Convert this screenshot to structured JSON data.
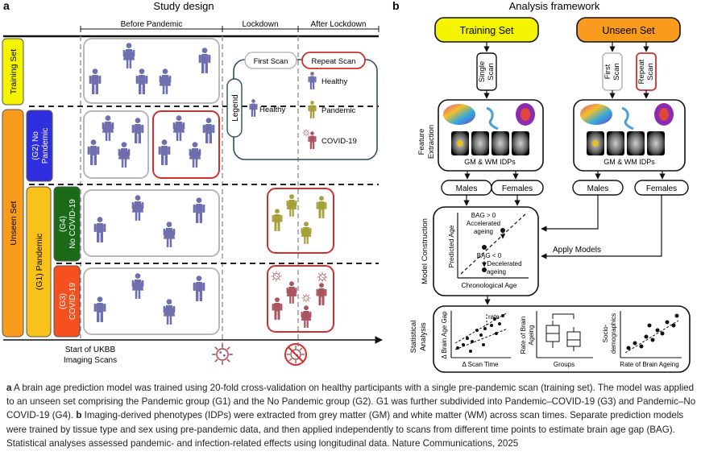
{
  "panel_a": {
    "letter": "a",
    "title": "Study design",
    "phases": [
      "Before Pandemic",
      "Lockdown",
      "After Lockdown"
    ],
    "rows": {
      "training": "Training Set",
      "unseen": "Unseen Set",
      "g2": [
        "(G2) No",
        "Pandemic"
      ],
      "g1": "(G1) Pandemic",
      "g4": [
        "(G4)",
        "No COVID-19"
      ],
      "g3": [
        "(G3)",
        "COVID-19"
      ]
    },
    "legend": {
      "title": "Legend",
      "first_scan": "First Scan",
      "repeat_scan": "Repeat Scan",
      "healthy_left": "Healthy",
      "healthy": "Healthy",
      "pandemic": "Pandemic",
      "covid": "COVID-19"
    },
    "bottom": {
      "start_line1": "Start of UKBB",
      "start_line2": "Imaging Scans"
    }
  },
  "panel_b": {
    "letter": "b",
    "title": "Analysis framework",
    "training_set": "Training Set",
    "unseen_set": "Unseen Set",
    "single_scan": [
      "Single",
      "Scan"
    ],
    "first_scan": [
      "First",
      "Scan"
    ],
    "repeat_scan": [
      "Repeat",
      "Scan"
    ],
    "feature_extraction": [
      "Feature",
      "Extraction"
    ],
    "idps": "GM & WM IDPs",
    "males": "Males",
    "females": "Females",
    "model_construction": "Model Construction",
    "predicted_age": "Predicted Age",
    "chronological_age": "Chronological Age",
    "bag_pos": "BAG > 0",
    "accelerated": [
      "Accelerated",
      "ageing"
    ],
    "bag_neg": "BAG < 0",
    "decelerated": [
      "Decelerated",
      "ageing"
    ],
    "apply_models": "Apply Models",
    "statistical_analysis": [
      "Statistical",
      "Analysis"
    ],
    "delta_bag": "Δ Brain Age Gap",
    "delta_scan": "Δ Scan Time",
    "rate": "rate",
    "rate_brain": [
      "Rate of Brain",
      "Ageing"
    ],
    "groups": "Groups",
    "socio": [
      "Socio-",
      "demographics"
    ],
    "rate_brain_x": "Rate of Brain Ageing"
  },
  "caption": {
    "a_label": "a",
    "a_text": " A brain age prediction model was trained using 20-fold cross-validation on healthy participants with a single pre-pandemic scan (training set). The model was applied to an unseen set comprising the Pandemic group (G1) and the No Pandemic group (G2). G1 was further subdivided into Pandemic–COVID-19 (G3) and Pandemic–No COVID-19 (G4). ",
    "b_label": "b",
    "b_text": " Imaging-derived phenotypes (IDPs) were extracted from grey matter (GM) and white matter (WM) across scan times. Separate prediction models were trained by tissue type and sex using pre-pandemic data, and then applied independently to scans from different time points to estimate brain age gap (BAG). Statistical analyses assessed pandemic- and infection-related effects using longitudinal data. Nature Communications, 2025"
  },
  "colors": {
    "person_blue": "#6f6fb0",
    "person_olive": "#a7a03a",
    "person_red": "#a8555f",
    "yellow": "#f4f400",
    "orange": "#f99b1c",
    "gold": "#f9c21a",
    "blue": "#2f2fe0",
    "green": "#1a6a18",
    "red_orange": "#f5501e",
    "red_frame": "#d32f2f"
  }
}
